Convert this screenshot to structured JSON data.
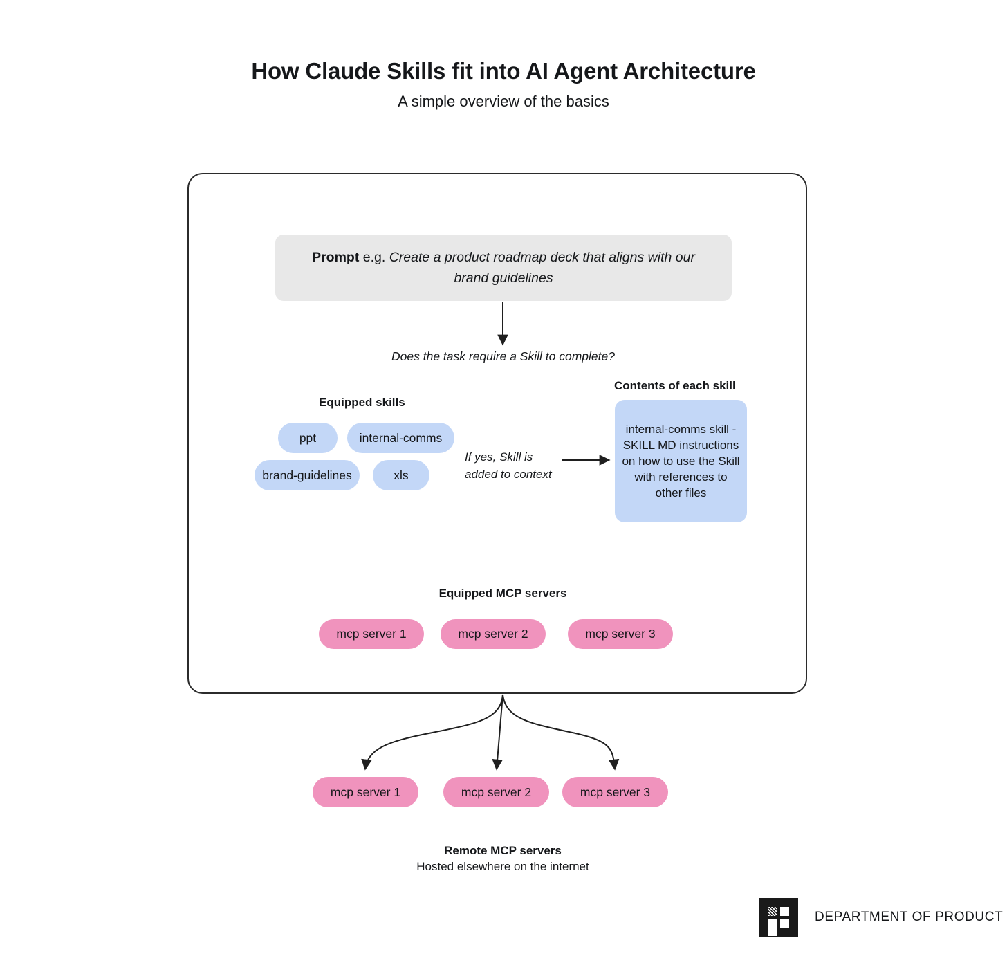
{
  "header": {
    "title": "How Claude Skills fit into AI Agent Architecture",
    "subtitle": "A simple overview of the basics"
  },
  "prompt": {
    "label": "Prompt",
    "eg": " e.g. ",
    "example_text": "Create a product roadmap deck that aligns with our brand guidelines"
  },
  "decision": {
    "question": "Does the task require a Skill to complete?"
  },
  "skills": {
    "heading": "Equipped skills",
    "items": [
      {
        "label": "ppt"
      },
      {
        "label": "internal-comms"
      },
      {
        "label": "brand-guidelines"
      },
      {
        "label": "xls"
      }
    ]
  },
  "skill_flow": {
    "edge_label_line1": "If yes, Skill is",
    "edge_label_line2": "added to context"
  },
  "skill_contents": {
    "heading": "Contents of each skill",
    "body": "internal-comms skill - SKILL MD instructions on how to use the Skill with references to other files"
  },
  "mcp_local": {
    "heading": "Equipped MCP servers",
    "items": [
      {
        "label": "mcp server 1"
      },
      {
        "label": "mcp server 2"
      },
      {
        "label": "mcp server 3"
      }
    ]
  },
  "mcp_remote": {
    "heading": "Remote MCP servers",
    "subheading": "Hosted elsewhere on the internet",
    "items": [
      {
        "label": "mcp server 1"
      },
      {
        "label": "mcp server 2"
      },
      {
        "label": "mcp server 3"
      }
    ]
  },
  "footer": {
    "brand_name": "DEPARTMENT OF PRODUCT"
  },
  "colors": {
    "skill_blue": "#c3d7f7",
    "mcp_pink": "#f093bd",
    "prompt_grey": "#e8e8e8",
    "border_dark": "#2b2b2b",
    "text": "#15171a"
  }
}
